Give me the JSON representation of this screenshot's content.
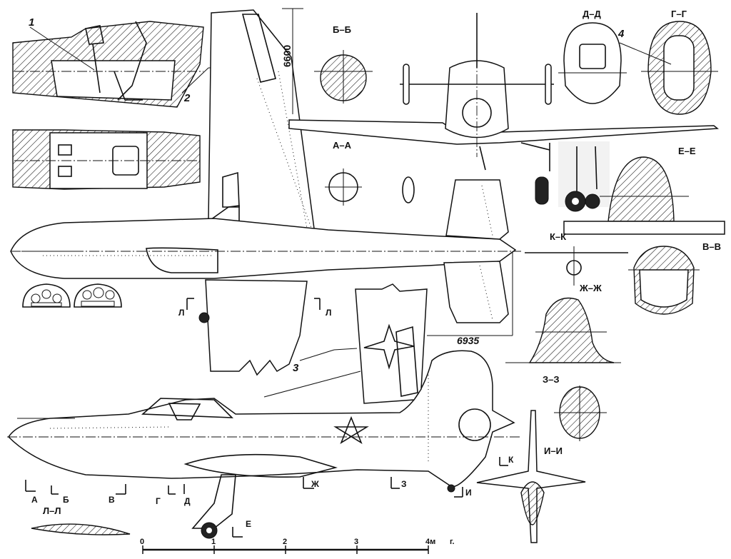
{
  "callouts": [
    "1",
    "2",
    "3",
    "4"
  ],
  "dimensions": {
    "span_half": "6600",
    "length": "6935"
  },
  "sections": {
    "aa": "А–А",
    "bb": "Б–Б",
    "vv": "В–В",
    "gg": "Г–Г",
    "dd": "Д–Д",
    "ee": "Е–Е",
    "zhzh": "Ж–Ж",
    "zz": "З–З",
    "ii": "И–И",
    "kk": "К–К",
    "ll": "Л–Л"
  },
  "markers": {
    "a": "А",
    "b": "Б",
    "v": "В",
    "g": "Г",
    "d": "Д",
    "e": "Е",
    "zh": "Ж",
    "z": "З",
    "i": "И",
    "k": "К",
    "l1": "Л",
    "l2": "Л"
  },
  "scale": {
    "labels": [
      "0",
      "1",
      "2",
      "3",
      "4м"
    ],
    "fragment": "г."
  },
  "chart_data": {
    "type": "diagram",
    "scale_bar": {
      "ticks_m": [
        0,
        1,
        2,
        3,
        4
      ],
      "unit": "м"
    },
    "dimensions": [
      "6600",
      "6935"
    ]
  }
}
